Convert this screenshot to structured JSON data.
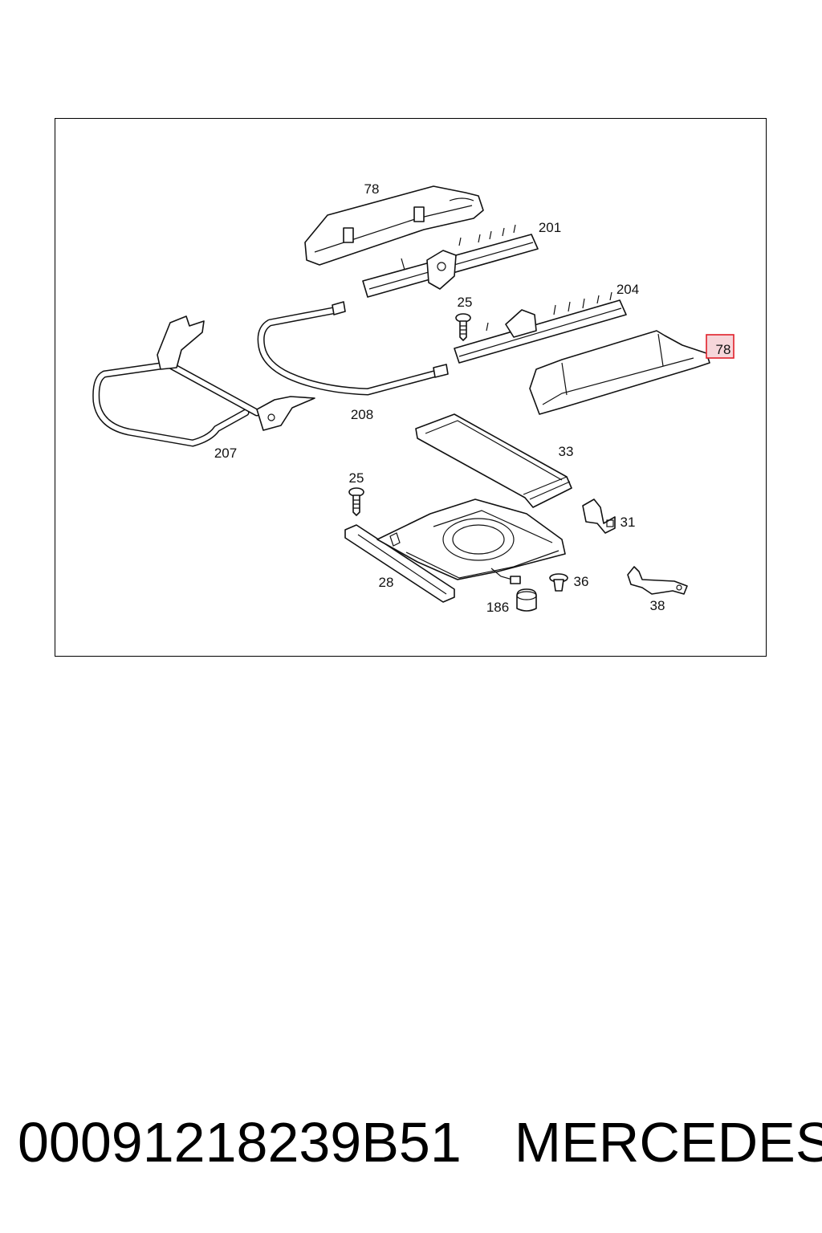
{
  "diagram": {
    "callouts": {
      "c78_top": "78",
      "c201": "201",
      "c204": "204",
      "c25_top": "25",
      "c78_right": "78",
      "c208": "208",
      "c207": "207",
      "c33": "33",
      "c25_mid": "25",
      "c31": "31",
      "c28": "28",
      "c36": "36",
      "c186": "186",
      "c38": "38"
    },
    "highlight_color": "#e0202a",
    "highlight_fill": "#f6d6da"
  },
  "footer": {
    "part_number": "00091218239B51",
    "brand": "MERCEDES"
  }
}
